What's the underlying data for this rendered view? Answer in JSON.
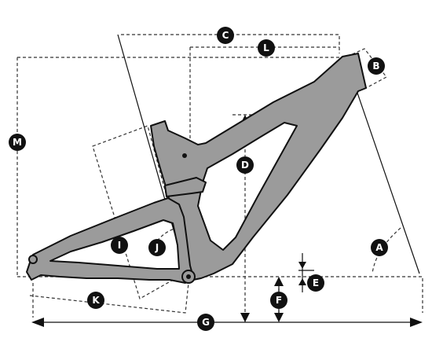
{
  "diagram": {
    "labels": {
      "A": "A",
      "B": "B",
      "C": "C",
      "D": "D",
      "E": "E",
      "F": "F",
      "G": "G",
      "I": "I",
      "J": "J",
      "K": "K",
      "L": "L",
      "M": "M"
    },
    "colors": {
      "frame": "#9b9b9b",
      "outline": "#111111",
      "badge": "#111111",
      "badge_text": "#ffffff"
    }
  }
}
